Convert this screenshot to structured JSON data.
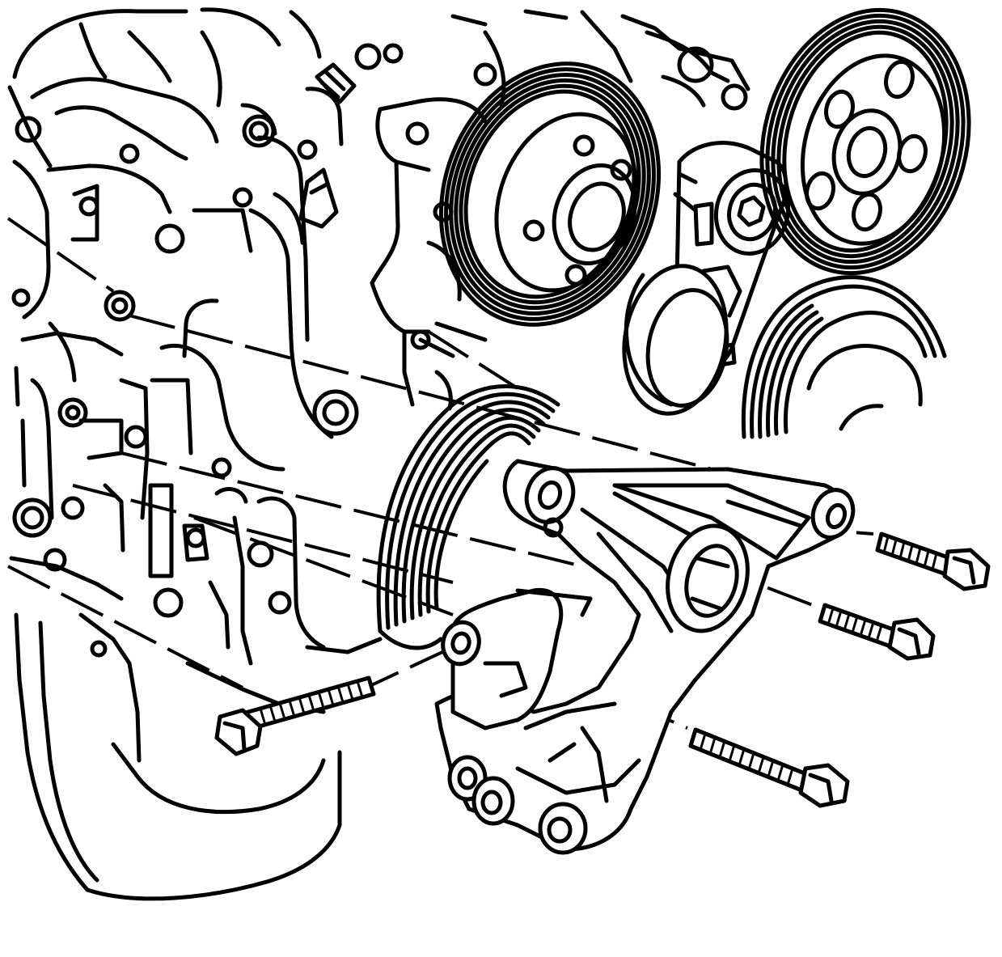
{
  "figure": {
    "background": "#ffffff",
    "line_color": "#000000",
    "bolt_count": 4,
    "parts": [
      "engine-block",
      "crankshaft-balancer-pulley",
      "water-pump-pulley",
      "idler-pulley",
      "drive-belt-tensioner",
      "generator-pulley",
      "generator-bracket",
      "bracket-bolts"
    ]
  }
}
